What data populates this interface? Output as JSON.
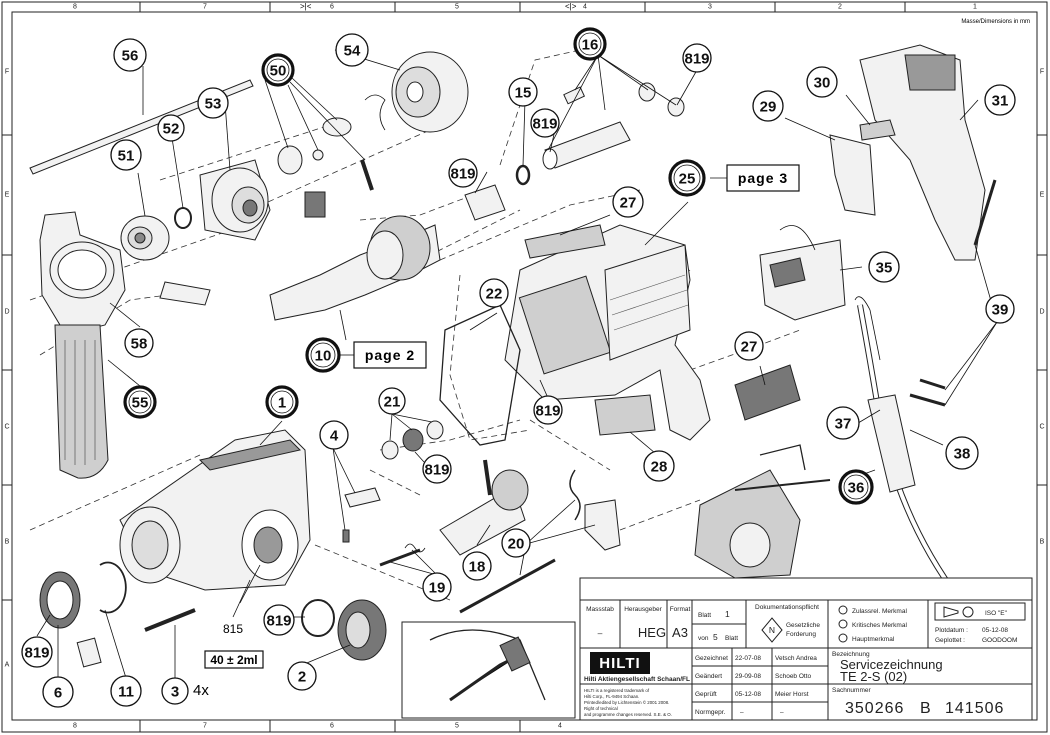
{
  "header_note": "Masse/Dimensions in mm",
  "grid": {
    "columns_top": [
      "8",
      "7",
      "6",
      "5",
      "4",
      "3",
      "2",
      "1"
    ],
    "columns_bottom": [
      "8",
      "7",
      "6",
      "5",
      "4"
    ],
    "rows": [
      "F",
      "E",
      "D",
      "C",
      "B",
      "A"
    ]
  },
  "callouts": [
    {
      "id": "c56",
      "label": "56",
      "style": "plain"
    },
    {
      "id": "c54",
      "label": "54",
      "style": "plain"
    },
    {
      "id": "c50",
      "label": "50",
      "style": "ring"
    },
    {
      "id": "c16",
      "label": "16",
      "style": "ring"
    },
    {
      "id": "c819a",
      "label": "819",
      "style": "plain"
    },
    {
      "id": "c15",
      "label": "15",
      "style": "plain"
    },
    {
      "id": "c819b",
      "label": "819",
      "style": "plain"
    },
    {
      "id": "c30",
      "label": "30",
      "style": "plain"
    },
    {
      "id": "c29",
      "label": "29",
      "style": "plain"
    },
    {
      "id": "c31",
      "label": "31",
      "style": "plain"
    },
    {
      "id": "c53",
      "label": "53",
      "style": "plain"
    },
    {
      "id": "c52",
      "label": "52",
      "style": "plain"
    },
    {
      "id": "c51",
      "label": "51",
      "style": "plain"
    },
    {
      "id": "c819c",
      "label": "819",
      "style": "plain"
    },
    {
      "id": "c25",
      "label": "25",
      "style": "ring"
    },
    {
      "id": "c27a",
      "label": "27",
      "style": "plain"
    },
    {
      "id": "c22",
      "label": "22",
      "style": "plain"
    },
    {
      "id": "c35",
      "label": "35",
      "style": "plain"
    },
    {
      "id": "c39",
      "label": "39",
      "style": "plain"
    },
    {
      "id": "c58",
      "label": "58",
      "style": "plain"
    },
    {
      "id": "c10",
      "label": "10",
      "style": "ring"
    },
    {
      "id": "c55",
      "label": "55",
      "style": "ring"
    },
    {
      "id": "c27b",
      "label": "27",
      "style": "plain"
    },
    {
      "id": "c1",
      "label": "1",
      "style": "ring"
    },
    {
      "id": "c21",
      "label": "21",
      "style": "plain"
    },
    {
      "id": "c819d",
      "label": "819",
      "style": "plain"
    },
    {
      "id": "c4",
      "label": "4",
      "style": "plain"
    },
    {
      "id": "c819e",
      "label": "819",
      "style": "plain"
    },
    {
      "id": "c37",
      "label": "37",
      "style": "plain"
    },
    {
      "id": "c28",
      "label": "28",
      "style": "plain"
    },
    {
      "id": "c38",
      "label": "38",
      "style": "plain"
    },
    {
      "id": "c36",
      "label": "36",
      "style": "ring"
    },
    {
      "id": "c18",
      "label": "18",
      "style": "plain"
    },
    {
      "id": "c20",
      "label": "20",
      "style": "plain"
    },
    {
      "id": "c19",
      "label": "19",
      "style": "plain"
    },
    {
      "id": "c819f",
      "label": "819",
      "style": "plain"
    },
    {
      "id": "c819g",
      "label": "819",
      "style": "plain"
    },
    {
      "id": "c2",
      "label": "2",
      "style": "plain"
    },
    {
      "id": "c6",
      "label": "6",
      "style": "plain"
    },
    {
      "id": "c11",
      "label": "11",
      "style": "plain"
    },
    {
      "id": "c3",
      "label": "3",
      "style": "plain"
    }
  ],
  "page_refs": {
    "ref25": "page 3",
    "ref10": "page 2"
  },
  "labels": {
    "qty3": "4x",
    "grease_part": "815",
    "grease_amount": "40 ± 2ml"
  },
  "title_block": {
    "massstab_label": "Massstab",
    "massstab_value": "–",
    "herausgeber_label": "Herausgeber",
    "herausgeber_value": "HEG",
    "format_label": "Format",
    "format_value": "A3",
    "blatt_label": "Blatt",
    "blatt_value": "1",
    "von_label": "von",
    "von_value": "5",
    "von_suffix": "Blatt",
    "dok_pflicht_label": "Dokumentationspflicht",
    "dok_n": "N",
    "dok_line1": "Gesetzliche",
    "dok_line2": "Forderung",
    "legend": [
      "Zulassrel. Merkmal",
      "Kritisches Merkmal",
      "Hauptmerkmal"
    ],
    "iso_label": "ISO \"E\"",
    "plotdatum_label": "Plotdatum :",
    "plotdatum_value": "05-12-08",
    "geplottet_label": "Geplottet :",
    "geplottet_value": "GOODOOM",
    "brand": "HILTI",
    "company": "Hilti Aktiengesellschaft Schaan/FL",
    "legal_lines": [
      "HILTI is a registered trademark of",
      "Hilti Corp., FL-9494 Schaan.",
      "Printed/edited by Lichtenstein © 2001 2008.",
      "Right of technical",
      "and programme changes reserved. S.E. & O."
    ],
    "rows": [
      {
        "label": "Gezeichnet",
        "date": "22-07-08",
        "name": "Vetsch Andrea"
      },
      {
        "label": "Geändert",
        "date": "29-09-08",
        "name": "Schoeb Otto"
      },
      {
        "label": "Geprüft",
        "date": "05-12-08",
        "name": "Meier Horst"
      },
      {
        "label": "Normgepr.",
        "date": "–",
        "name": "–"
      }
    ],
    "bezeichnung_label": "Bezeichnung",
    "title1": "Servicezeichnung",
    "title2": "TE 2-S (02)",
    "sachnummer_label": "Sachnummer",
    "sachnummer": "350266",
    "rev": "B",
    "number2": "141506"
  }
}
